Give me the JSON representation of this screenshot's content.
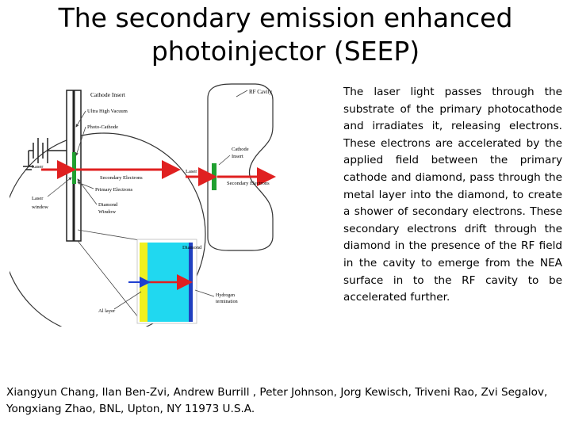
{
  "title": {
    "line1": "The secondary emission enhanced",
    "line2": "photoinjector (SEEP)"
  },
  "description": "The laser light passes through the substrate of the primary photocathode and irradiates it, releasing electrons. These electrons are accelerated by the applied field between the primary cathode and diamond, pass through the metal layer into the diamond, to create a shower of secondary electrons. These secondary electrons drift through the diamond in the presence of the RF field in the cavity to emerge from the NEA surface in to the RF cavity to be accelerated further.",
  "credits": "Xiangyun Chang, Ilan Ben-Zvi, Andrew Burrill , Peter Johnson, Jorg Kewisch, Triveni Rao, Zvi Segalov, Yongxiang Zhao, BNL, Upton, NY 11973 U.S.A.",
  "figure": {
    "labels": {
      "cathode_insert_top": "Cathode Insert",
      "ultra_high_vacuum": "Ultra High Vacuum",
      "photo_cathode": "Photo-Cathode",
      "laser_left": "Laser",
      "secondary_electrons_left": "Secondary Electrons",
      "primary_electrons": "Primary Electrons",
      "laser_window": "Laser window",
      "diamond_window": "Diamond Window",
      "rf_cavity": "RF Cavity",
      "cathode_insert_right": "Cathode Insert",
      "laser_right": "Laser",
      "secondary_electrons_right": "Secondary Electrons",
      "diamond": "Diamond",
      "hydrogen_termination": "Hydrogen termination",
      "al_layer": "Al layer"
    },
    "colors": {
      "laser": "#e02020",
      "electrons": "#2040d0",
      "cathode": "#20a030",
      "diamond": "#20d8f0",
      "al_layer": "#f0f020",
      "diamond_edge": "#2040c0"
    }
  }
}
